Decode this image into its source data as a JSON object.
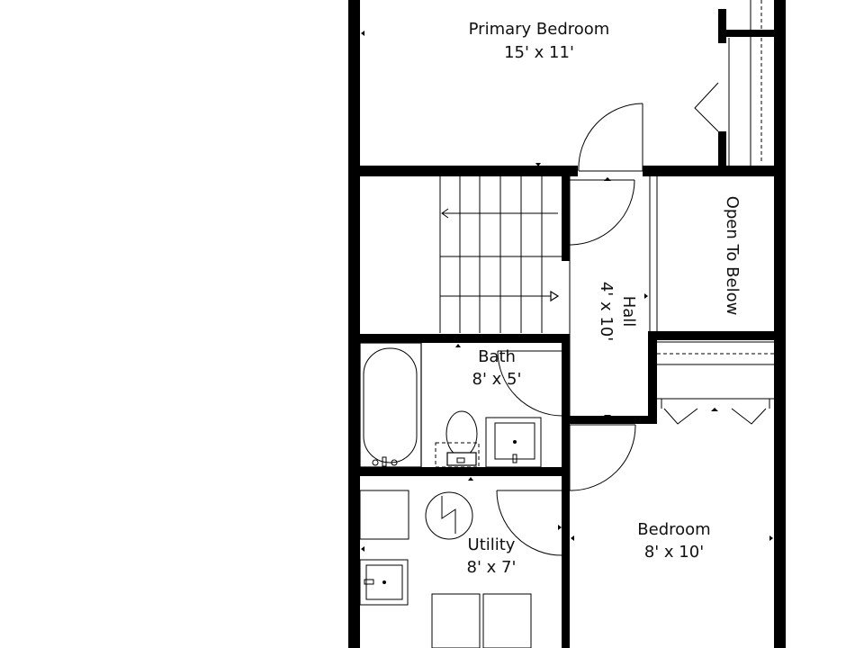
{
  "rooms": {
    "primary_bedroom": {
      "name": "Primary Bedroom",
      "dims": "15' x 11'"
    },
    "hall": {
      "name": "Hall",
      "dims": "4' x 10'"
    },
    "open_to_below": {
      "name": "Open To Below"
    },
    "bath": {
      "name": "Bath",
      "dims": "8' x 5'"
    },
    "utility": {
      "name": "Utility",
      "dims": "8' x 7'"
    },
    "bedroom": {
      "name": "Bedroom",
      "dims": "8' x 10'"
    }
  },
  "colors": {
    "wall": "#000000",
    "background": "#ffffff",
    "text": "#111111"
  }
}
